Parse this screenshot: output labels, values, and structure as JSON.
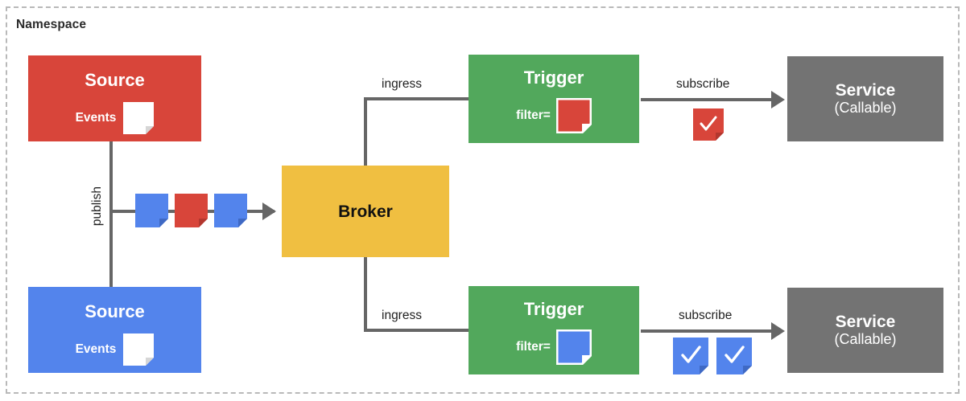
{
  "diagram": {
    "namespace_label": "Namespace",
    "colors": {
      "red": "#D8453A",
      "blue": "#5384EC",
      "green": "#52A85C",
      "yellow": "#F0BF41",
      "gray": "#737373",
      "connector": "#666666",
      "frame": "#b9b9b9",
      "white": "#ffffff"
    },
    "nodes": {
      "source_top": {
        "title": "Source",
        "events_label": "Events",
        "color": "#D8453A",
        "card_color": "#ffffff",
        "card_icon": "event-card-icon"
      },
      "source_bottom": {
        "title": "Source",
        "events_label": "Events",
        "color": "#5384EC",
        "card_color": "#ffffff",
        "card_icon": "event-card-icon"
      },
      "broker": {
        "title": "Broker",
        "color": "#F0BF41"
      },
      "trigger_top": {
        "title": "Trigger",
        "filter_label": "filter=",
        "color": "#52A85C",
        "filter_card_color": "#D8453A",
        "card_icon": "filter-card-icon"
      },
      "trigger_bottom": {
        "title": "Trigger",
        "filter_label": "filter=",
        "color": "#52A85C",
        "filter_card_color": "#5384EC",
        "card_icon": "filter-card-icon"
      },
      "service_top": {
        "title": "Service",
        "subtitle": "(Callable)",
        "color": "#737373"
      },
      "service_bottom": {
        "title": "Service",
        "subtitle": "(Callable)",
        "color": "#737373"
      }
    },
    "edges": {
      "publish": "publish",
      "ingress_top": "ingress",
      "ingress_bottom": "ingress",
      "subscribe_top": "subscribe",
      "subscribe_bottom": "subscribe"
    },
    "event_stream": [
      {
        "color": "#5384EC",
        "icon": "event-card-icon"
      },
      {
        "color": "#D8453A",
        "icon": "event-card-icon"
      },
      {
        "color": "#5384EC",
        "icon": "event-card-icon"
      }
    ],
    "delivered_top": [
      {
        "color": "#D8453A",
        "icon": "checkmark-card-icon",
        "glyph": "✓"
      }
    ],
    "delivered_bottom": [
      {
        "color": "#5384EC",
        "icon": "checkmark-card-icon",
        "glyph": "✓"
      },
      {
        "color": "#5384EC",
        "icon": "checkmark-card-icon",
        "glyph": "✓"
      }
    ]
  }
}
